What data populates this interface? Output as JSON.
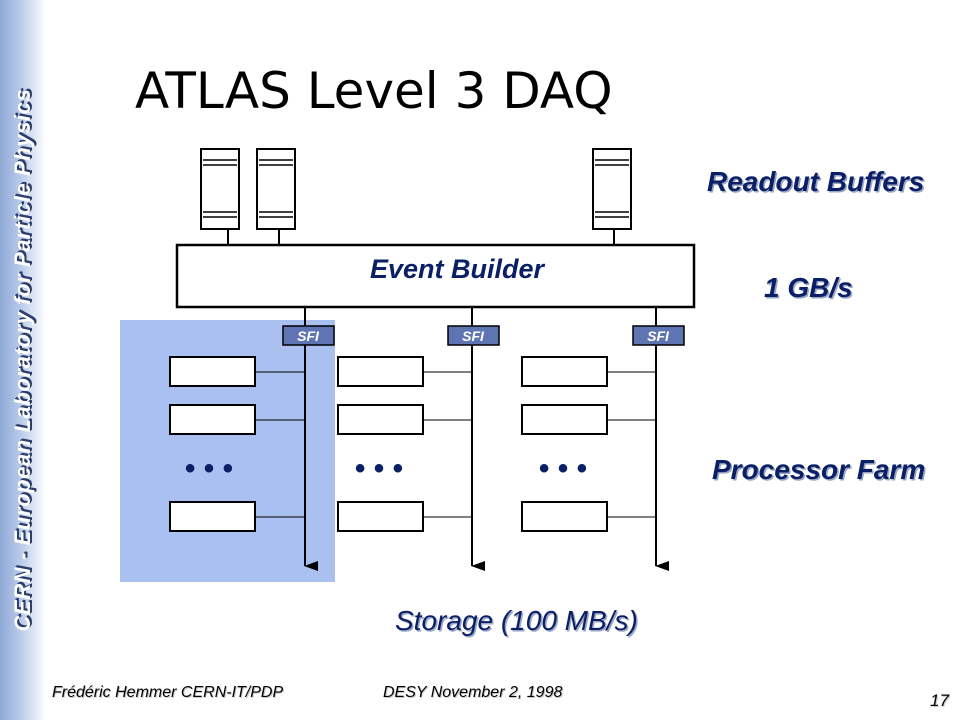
{
  "sidebar": {
    "text": "CERN - European Laboratory for Particle Physics"
  },
  "title": "ATLAS Level 3 DAQ",
  "labels": {
    "readout_buffers": "Readout Buffers",
    "event_builder": "Event Builder",
    "rate": "1 GB/s",
    "processor_farm": "Processor Farm",
    "storage": "Storage (100 MB/s)"
  },
  "sfi": [
    "SFI",
    "SFI",
    "SFI"
  ],
  "dots": [
    "• • •",
    "• • •",
    "• • •"
  ],
  "footer": {
    "author": "Frédéric Hemmer CERN-IT/PDP",
    "date": "DESY November 2, 1998",
    "page": "17"
  },
  "colors": {
    "highlight": "#a9c0f0",
    "label_text": "#0a1f66",
    "sfi_fill": "#5f75b3"
  }
}
